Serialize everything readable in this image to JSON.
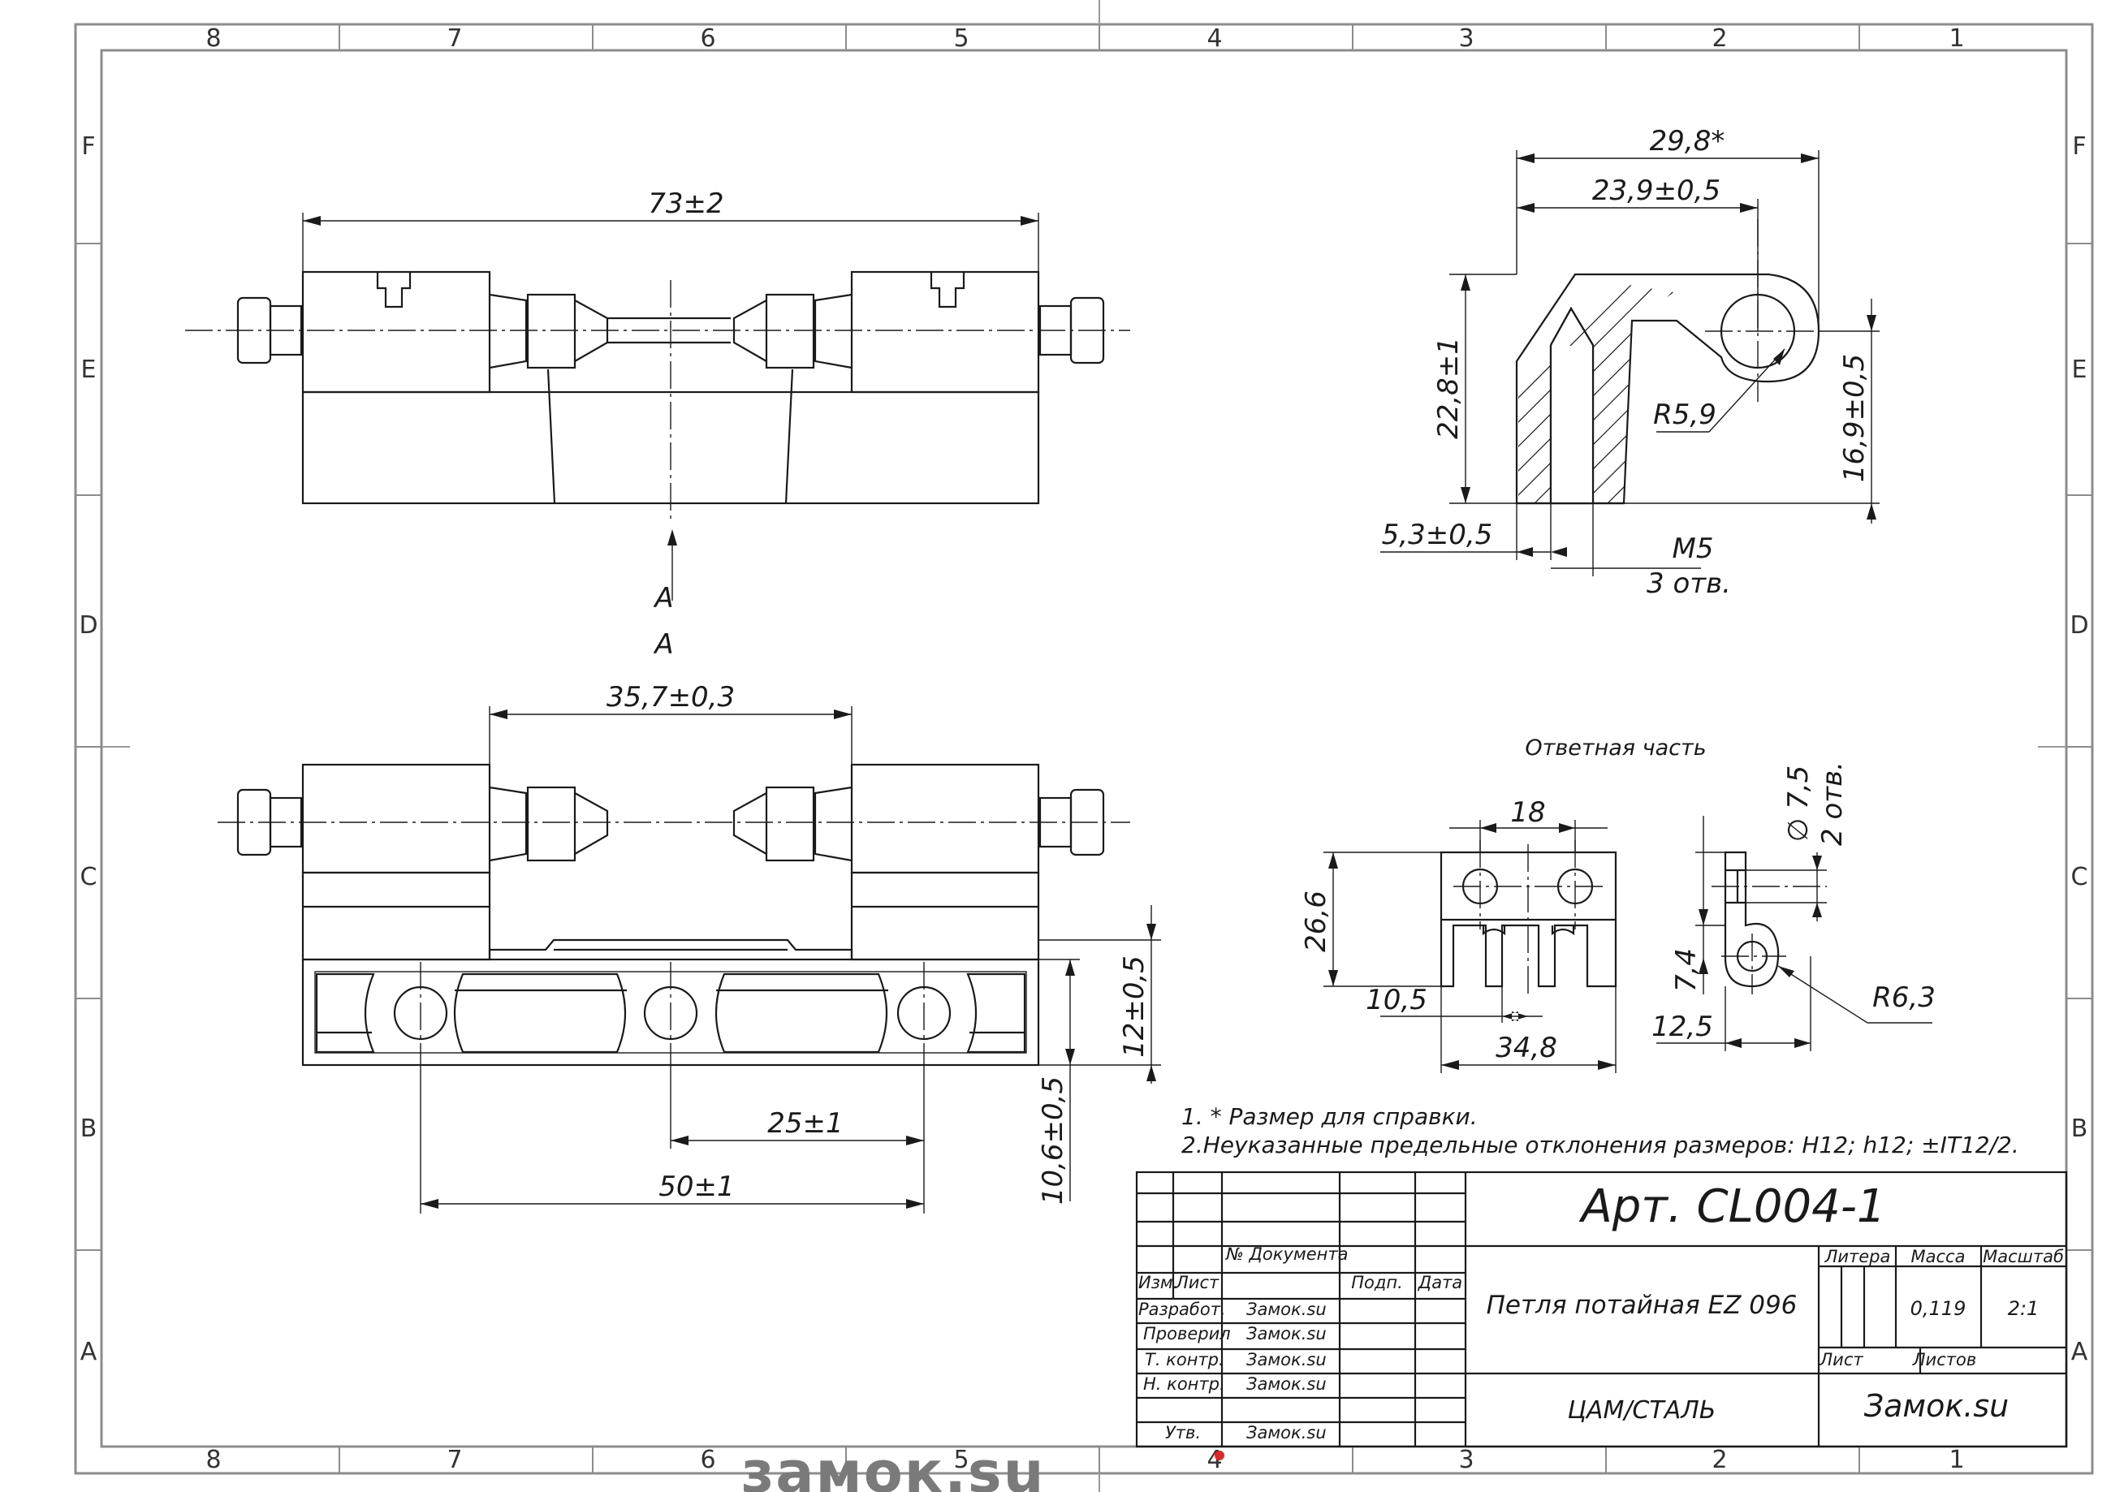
{
  "sheet": {
    "columns": [
      "8",
      "7",
      "6",
      "5",
      "4",
      "3",
      "2",
      "1"
    ],
    "rows": [
      "F",
      "E",
      "D",
      "C",
      "B",
      "A"
    ]
  },
  "views": {
    "top": {
      "overall_dim": "73±2"
    },
    "section_mark": {
      "label": "А",
      "title": "А"
    },
    "bottom": {
      "dim_length": "35,7±0,3",
      "dim_height_right": "12±0,5",
      "dim_height_left": "10,6±0,5",
      "dim_pitch": "25±1",
      "dim_span": "50±1"
    },
    "side": {
      "dim_width_ref": "29,8*",
      "dim_width": "23,9±0,5",
      "dim_height": "22,8±1",
      "dim_axis_height": "16,9±0,5",
      "dim_radius": "R5,9",
      "dim_wall": "5,3±0,5",
      "thread": "М5",
      "thread_count": "3 отв."
    },
    "mating": {
      "title": "Ответная часть",
      "dim_pitch": "18",
      "dim_height": "26,6",
      "dim_offset": "10,5",
      "dim_width": "34,8",
      "dim_hole": "∅ 7,5",
      "dim_hole_count": "2 отв.",
      "dim_thickness_a": "7,4",
      "dim_thickness_b": "12,5",
      "dim_radius": "R6,3"
    }
  },
  "notes": [
    "1. * Размер для справки.",
    "2.Неуказанные предельные отклонения размеров: Н12; h12; ±IT12/2."
  ],
  "title_block": {
    "article": "Арт. CL004-1",
    "name": "Петля потайная EZ 096",
    "material": "ЦАМ/СТАЛЬ",
    "company": "Замок.su",
    "col_izm": "Изм.",
    "col_list": "Лист",
    "col_doc": "№ Документа",
    "col_sign": "Подп.",
    "col_date": "Дата",
    "roles": [
      {
        "role": "Разработ.",
        "person": "Замок.su"
      },
      {
        "role": "Проверил",
        "person": "Замок.su"
      },
      {
        "role": "Т. контр.",
        "person": "Замок.su"
      },
      {
        "role": "Н. контр.",
        "person": "Замок.su"
      },
      {
        "role": "Утв.",
        "person": "Замок.su"
      }
    ],
    "litera_label": "Литера",
    "mass_label": "Масса",
    "scale_label": "Масштаб",
    "mass": "0,119",
    "scale": "2:1",
    "sheet_label": "Лист",
    "sheets_label": "Листов"
  },
  "watermark": {
    "text": "замок.su",
    "text_color": "#7a7a7a",
    "accent_color": "#d92b2b"
  }
}
